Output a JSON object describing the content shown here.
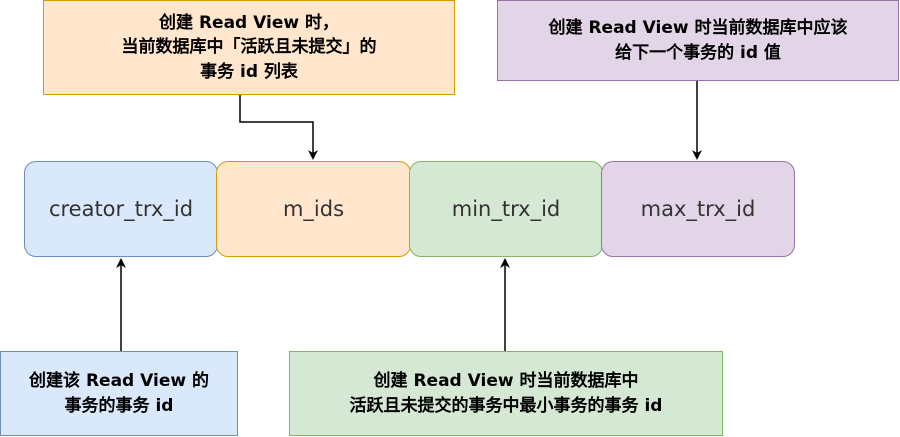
{
  "fields": [
    {
      "label": "creator_trx_id",
      "fill": "#dae8fc",
      "stroke": "#6c8ebf"
    },
    {
      "label": "m_ids",
      "fill": "#ffe6cc",
      "stroke": "#d79b00"
    },
    {
      "label": "min_trx_id",
      "fill": "#d5e8d4",
      "stroke": "#82b366"
    },
    {
      "label": "max_trx_id",
      "fill": "#e1d5e7",
      "stroke": "#9673a6"
    }
  ],
  "notes": {
    "m_ids": {
      "lines": [
        "创建 Read View 时，",
        "当前数据库中「活跃且未提交」的",
        "事务 id 列表"
      ],
      "fill": "#ffe6cc",
      "stroke": "#d79b00"
    },
    "max_trx_id": {
      "lines": [
        "创建 Read View 时当前数据库中应该",
        "给下一个事务的 id 值"
      ],
      "fill": "#e1d5e7",
      "stroke": "#9673a6"
    },
    "creator_trx_id": {
      "lines": [
        "创建该 Read View 的",
        "事务的事务 id"
      ],
      "fill": "#dae8fc",
      "stroke": "#6c8ebf"
    },
    "min_trx_id": {
      "lines": [
        "创建 Read View 时当前数据库中",
        "活跃且未提交的事务中最小事务的事务 id"
      ],
      "fill": "#d5e8d4",
      "stroke": "#82b366"
    }
  },
  "arrow_color": "#000000"
}
